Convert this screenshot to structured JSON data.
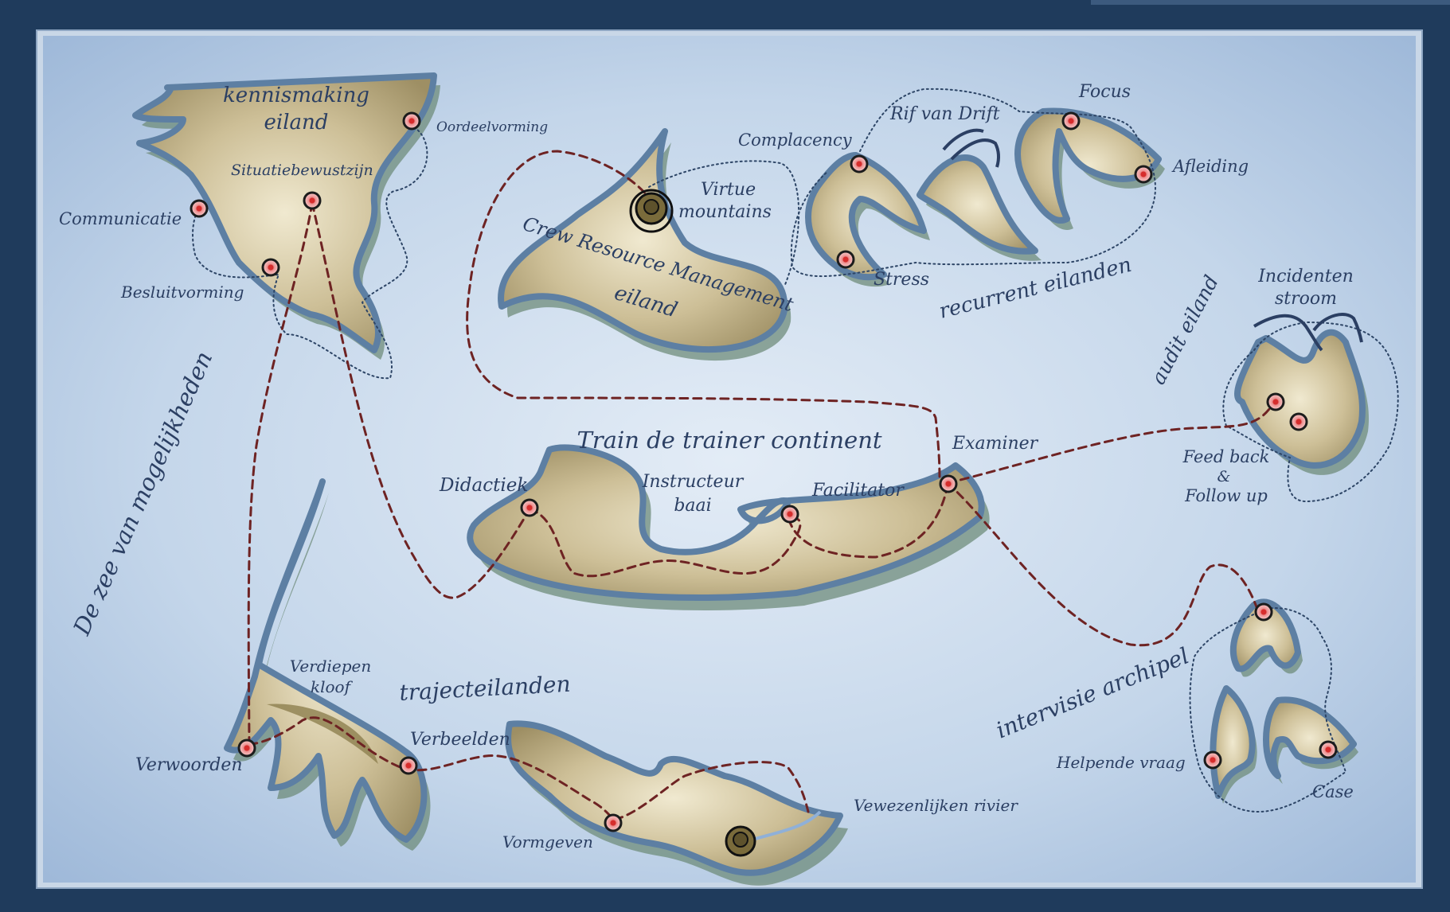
{
  "colors": {
    "sea_light": "#dbe6f3",
    "sea_dark": "#a9c1de",
    "frame": "#1f3b5c",
    "island_fill": "#bfb28a",
    "island_stroke": "#5d7fa3",
    "route": "#6e2323",
    "pin": "#d62d2d"
  },
  "regions": {
    "kennismaking": "kennismaking eiland",
    "kennismaking_l1": "kennismaking",
    "kennismaking_l2": "eiland",
    "crm_l1": "Crew Resource Management",
    "crm_l2": "eiland",
    "virtue_l1": "Virtue",
    "virtue_l2": "mountains",
    "train": "Train de trainer continent",
    "zee": "De zee van mogelijkheden",
    "traject": "trajecteilanden",
    "recurrent": "recurrent eilanden",
    "audit": "audit eiland",
    "intervisie": "intervisie archipel",
    "rif": "Rif van Drift",
    "incidenten_l1": "Incidenten",
    "incidenten_l2": "stroom",
    "verdiepen_l1": "Verdiepen",
    "verdiepen_l2": "kloof",
    "instructeur_l1": "Instructeur",
    "instructeur_l2": "baai",
    "rivier": "Vewezenlijken rivier"
  },
  "stations": {
    "oordeelvorming": "Oordeelvorming",
    "situatiebewustzijn": "Situatiebewustzijn",
    "communicatie": "Communicatie",
    "besluitvorming": "Besluitvorming",
    "complacency": "Complacency",
    "focus": "Focus",
    "afleiding": "Afleiding",
    "stress": "Stress",
    "didactiek": "Didactiek",
    "facilitator": "Facilitator",
    "examiner": "Examiner",
    "feedback_l1": "Feed back",
    "feedback_l2": "&",
    "feedback_l3": "Follow up",
    "verwoorden": "Verwoorden",
    "verbeelden": "Verbeelden",
    "vormgeven": "Vormgeven",
    "helpende_vraag": "Helpende vraag",
    "case": "Case"
  }
}
